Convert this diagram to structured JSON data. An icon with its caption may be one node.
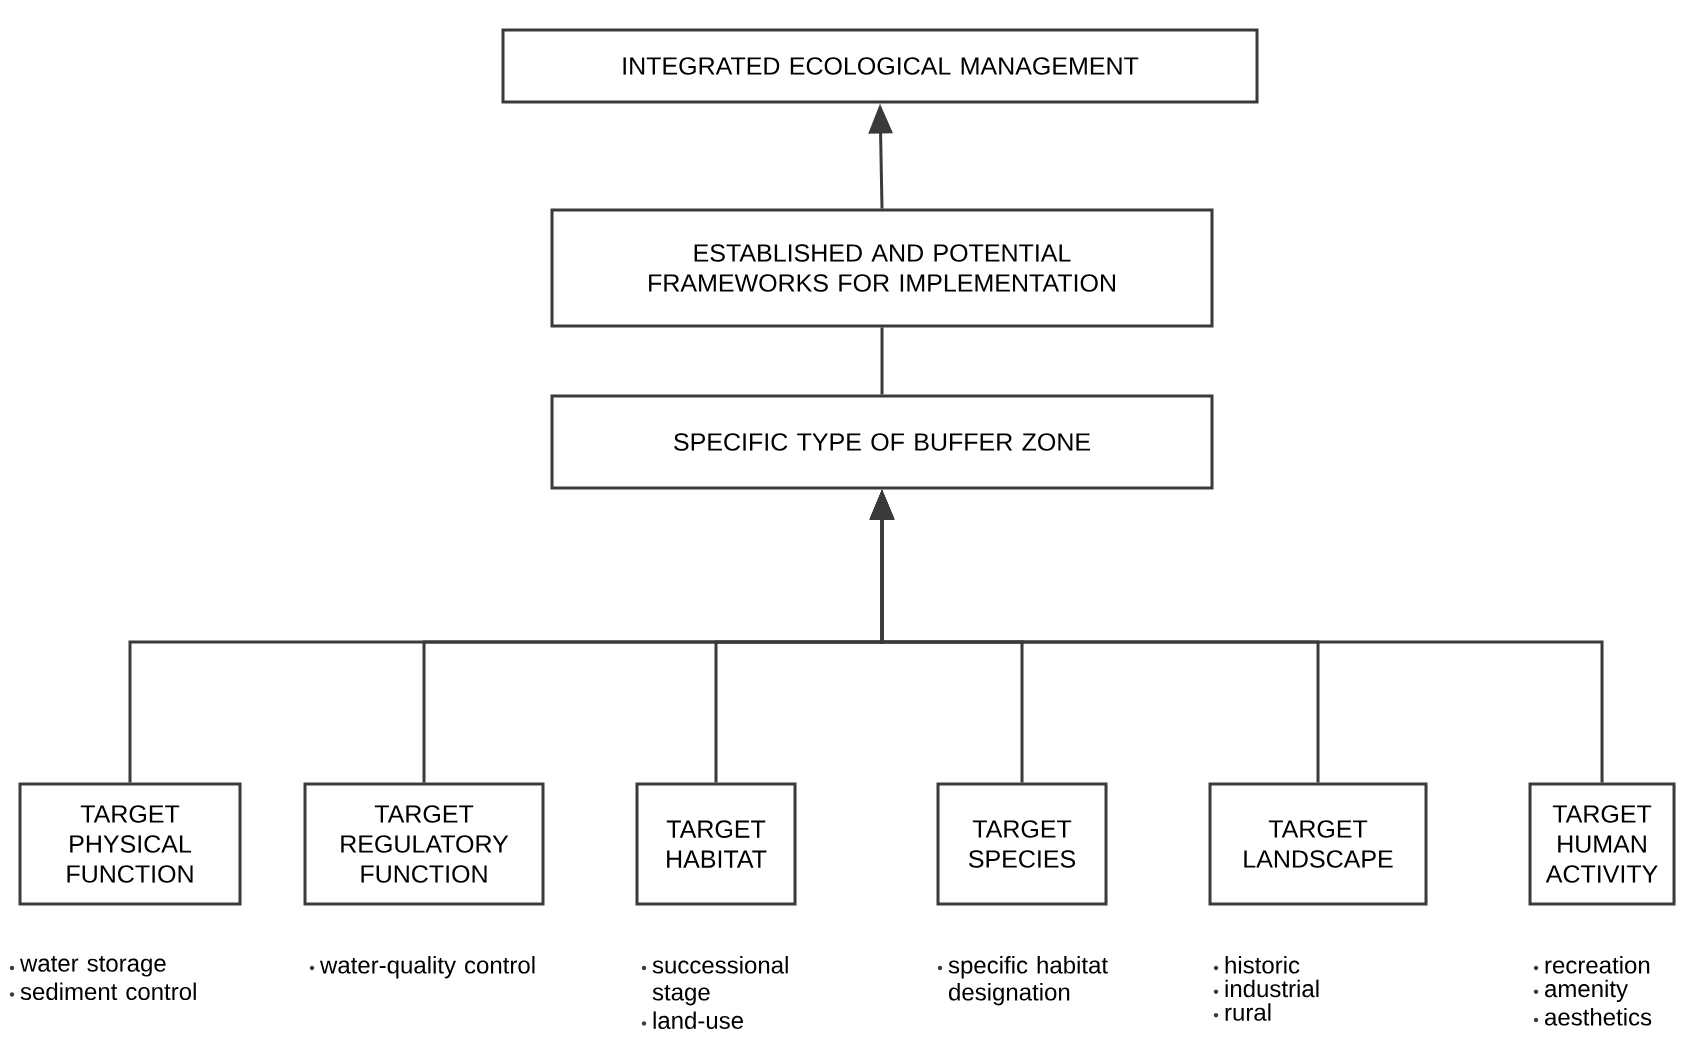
{
  "diagram": {
    "nodes": [
      {
        "text": [
          "INTEGRATED ECOLOGICAL MANAGEMENT"
        ]
      },
      {
        "text": [
          "ESTABLISHED AND POTENTIAL FRAMEWORKS FOR IMPLEMENTATION"
        ]
      },
      {
        "text": [
          "SPECIFIC TYPE OF BUFFER ZONE"
        ]
      },
      {
        "text": [
          "TARGET PHYSICAL FUNCTION"
        ],
        "beside": [
          "water storage",
          "sediment control"
        ]
      },
      {
        "text": [
          "TARGET REGULATORY FUNCTION"
        ],
        "beside": [
          "water-quality control"
        ]
      },
      {
        "text": [
          "TARGET HABITAT"
        ],
        "beside": [
          "successional stage",
          "land-use"
        ]
      },
      {
        "text": [
          "TARGET SPECIES"
        ],
        "beside": [
          "specific habitat designation"
        ]
      },
      {
        "text": [
          "TARGET LANDSCAPE"
        ],
        "beside": [
          "historic",
          "industrial",
          "rural"
        ]
      },
      {
        "text": [
          "TARGET HUMAN ACTIVITY"
        ],
        "beside": [
          "recreation",
          "amenity",
          "aesthetics"
        ]
      }
    ],
    "edges": [
      {
        "from": 1,
        "to": 0,
        "arrow": "to"
      },
      {
        "from": 2,
        "to": 1,
        "arrow": "none"
      },
      {
        "from": 3,
        "to": 2,
        "arrow": "to"
      },
      {
        "from": 4,
        "to": 2,
        "arrow": "to"
      },
      {
        "from": 5,
        "to": 2,
        "arrow": "to"
      },
      {
        "from": 6,
        "to": 2,
        "arrow": "to"
      },
      {
        "from": 7,
        "to": 2,
        "arrow": "to"
      },
      {
        "from": 8,
        "to": 2,
        "arrow": "to"
      }
    ]
  }
}
